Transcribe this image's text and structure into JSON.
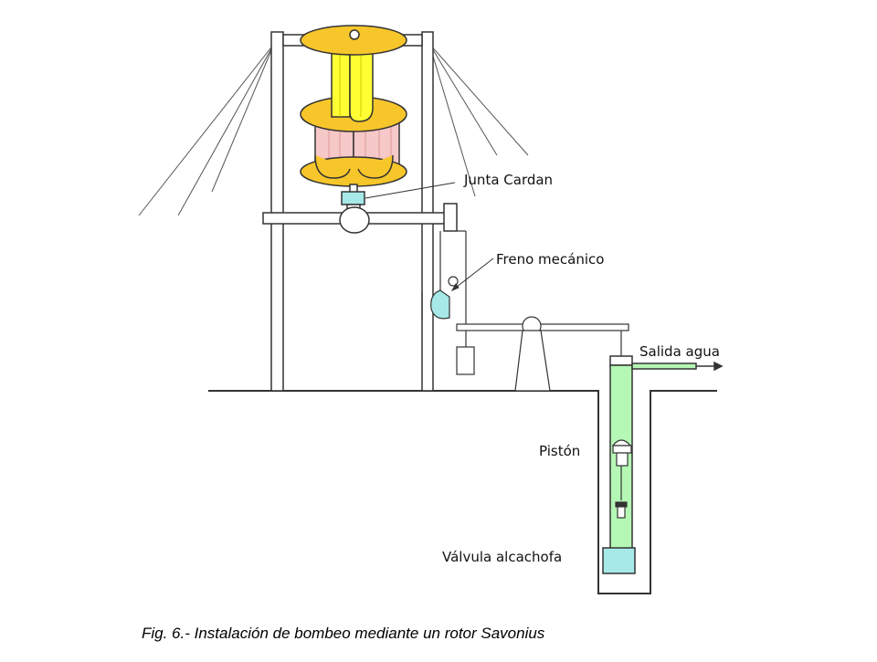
{
  "labels": {
    "junta_cardan": "Junta Cardan",
    "freno_mecanico": "Freno mecánico",
    "salida_agua": "Salida agua",
    "piston": "Pistón",
    "valvula_alcachofa": "Válvula alcachofa"
  },
  "caption": "Fig. 6.- Instalación de bombeo mediante un rotor Savonius",
  "colors": {
    "disc": "#f7c62a",
    "upper_blade": "#ffff33",
    "lower_blade": "#f6c8c8",
    "water": "#b5f7b5",
    "cardan_joint": "#a7e8e8",
    "valve": "#a7e8e8",
    "brake": "#a7e8e8",
    "line": "#333333"
  }
}
